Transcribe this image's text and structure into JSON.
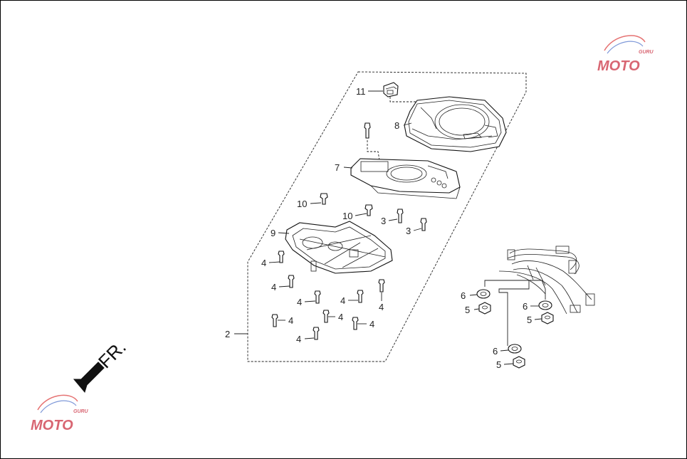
{
  "diagram": {
    "direction_label": "FR.",
    "watermark": {
      "brand": "MOTO",
      "sub": "GURU"
    },
    "callouts": [
      {
        "id": "c11",
        "label": "11"
      },
      {
        "id": "c8",
        "label": "8"
      },
      {
        "id": "c7",
        "label": "7"
      },
      {
        "id": "c10a",
        "label": "10"
      },
      {
        "id": "c10b",
        "label": "10"
      },
      {
        "id": "c3a",
        "label": "3"
      },
      {
        "id": "c3b",
        "label": "3"
      },
      {
        "id": "c9",
        "label": "9"
      },
      {
        "id": "c4a",
        "label": "4"
      },
      {
        "id": "c4b",
        "label": "4"
      },
      {
        "id": "c4c",
        "label": "4"
      },
      {
        "id": "c4d",
        "label": "4"
      },
      {
        "id": "c4e",
        "label": "4"
      },
      {
        "id": "c4f",
        "label": "4"
      },
      {
        "id": "c4g",
        "label": "4"
      },
      {
        "id": "c4h",
        "label": "4"
      },
      {
        "id": "c4i",
        "label": "4"
      },
      {
        "id": "c2",
        "label": "2"
      },
      {
        "id": "c6a",
        "label": "6"
      },
      {
        "id": "c5a",
        "label": "5"
      },
      {
        "id": "c6b",
        "label": "6"
      },
      {
        "id": "c5b",
        "label": "5"
      },
      {
        "id": "c6c",
        "label": "6"
      },
      {
        "id": "c5c",
        "label": "5"
      }
    ]
  }
}
